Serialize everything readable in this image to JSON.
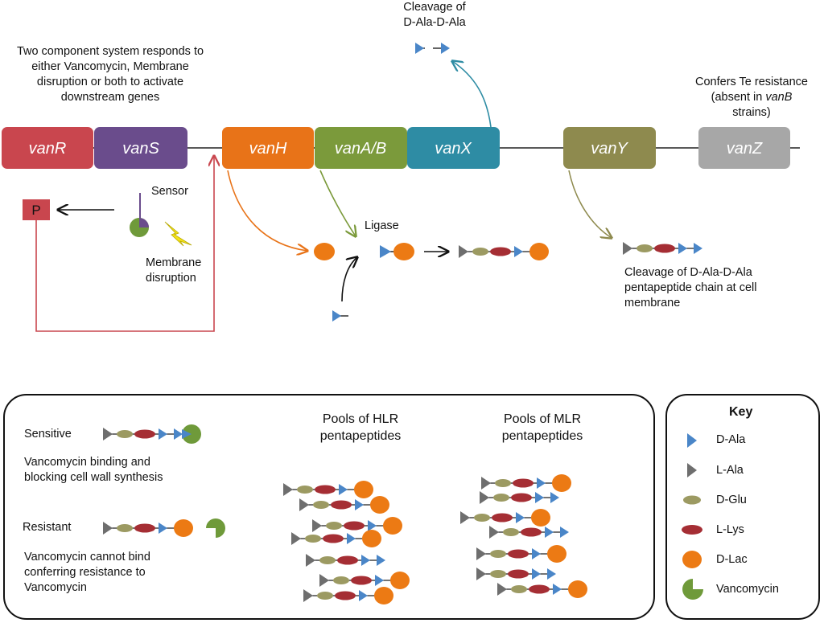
{
  "genes": [
    {
      "name": "vanR",
      "color": "#c9464e"
    },
    {
      "name": "vanS",
      "color": "#6a4c8c"
    },
    {
      "name": "vanH",
      "color": "#e87318"
    },
    {
      "name": "vanA/B",
      "color": "#7b9a3b"
    },
    {
      "name": "vanX",
      "color": "#2e8ca4"
    },
    {
      "name": "vanY",
      "color": "#8e8a4e"
    },
    {
      "name": "vanZ",
      "color": "#a7a7a7"
    }
  ],
  "labels": {
    "two_component": [
      "Two component system responds to",
      "either Vancomycin, Membrane",
      "disruption or both to activate",
      "downstream genes"
    ],
    "cleavage_top": [
      "Cleavage of",
      "D-Ala-D-Ala"
    ],
    "confers": [
      "Confers Te resistance",
      "(absent in ",
      "vanB",
      " strains)",
      "strains)"
    ],
    "sensor": "Sensor",
    "membrane": [
      "Membrane",
      "disruption"
    ],
    "phospho": "P",
    "ligase": "Ligase",
    "cleavage_right": [
      "Cleavage of D-Ala-D-Ala",
      "pentapeptide chain at  cell",
      "membrane"
    ]
  },
  "bottom": {
    "sensitive": "Sensitive",
    "sensitive_desc": [
      "Vancomycin binding and",
      "blocking cell wall synthesis"
    ],
    "resistant": "Resistant",
    "resistant_desc": [
      "Vancomycin cannot bind",
      "conferring resistance to",
      "Vancomycin"
    ],
    "hlr_title": [
      "Pools of HLR",
      "pentapeptides"
    ],
    "mlr_title": [
      "Pools of MLR",
      "pentapeptides"
    ]
  },
  "key": {
    "title": "Key",
    "items": [
      {
        "label": "D-Ala",
        "icon": "d-ala-icon"
      },
      {
        "label": "L-Ala",
        "icon": "l-ala-icon"
      },
      {
        "label": "D-Glu",
        "icon": "d-glu-icon"
      },
      {
        "label": "L-Lys",
        "icon": "l-lys-icon"
      },
      {
        "label": "D-Lac",
        "icon": "d-lac-icon"
      },
      {
        "label": "Vancomycin",
        "icon": "vancomycin-icon"
      }
    ]
  },
  "colors": {
    "d_ala": "#4a86c8",
    "l_ala": "#6e6e6e",
    "d_glu": "#9c9a62",
    "l_lys": "#a52e34",
    "d_lac": "#ec7a14",
    "vancomycin": "#6f9a3a",
    "sensor_stem": "#6a4c8c",
    "arrow_red": "#c9464e",
    "arrow_orange": "#e87318",
    "arrow_green": "#7b9a3b",
    "arrow_teal": "#2e8ca4",
    "arrow_olive": "#8e8a4e",
    "lightning": "#f4e318"
  }
}
